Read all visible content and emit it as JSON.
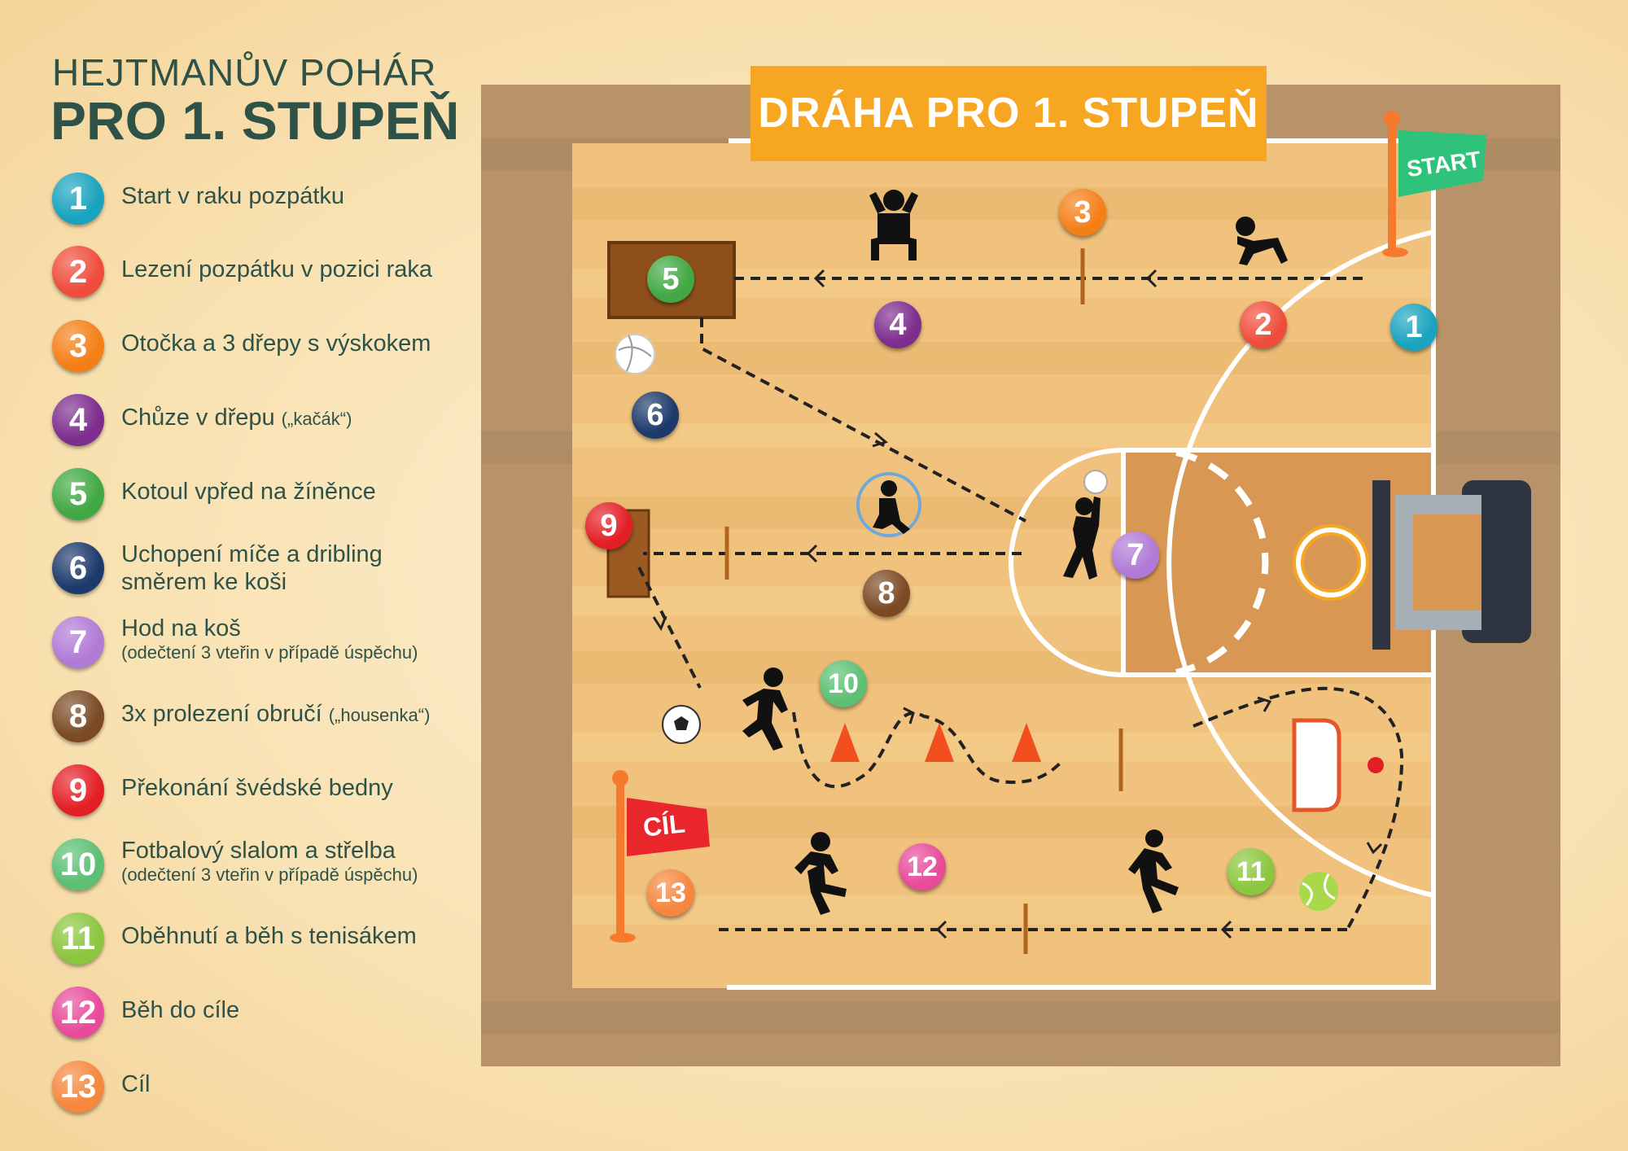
{
  "header": {
    "title_line1": "HEJTMANŮV POHÁR",
    "title_line2": "PRO 1. STUPEŇ"
  },
  "banner": "DRÁHA PRO 1. STUPEŇ",
  "flags": {
    "start": "START",
    "finish": "CÍL"
  },
  "legend": [
    {
      "num": "1",
      "color": "#1aa3bf",
      "text": "Start v raku pozpátku",
      "note": "",
      "sub": ""
    },
    {
      "num": "2",
      "color": "#ef4d3b",
      "text": "Lezení pozpátku v pozici raka",
      "note": "",
      "sub": ""
    },
    {
      "num": "3",
      "color": "#f57f17",
      "text": "Otočka a 3 dřepy s výskokem",
      "note": "",
      "sub": ""
    },
    {
      "num": "4",
      "color": "#7d2d8e",
      "text": "Chůze v dřepu ",
      "note": "(„kačák“)",
      "sub": ""
    },
    {
      "num": "5",
      "color": "#41a843",
      "text": "Kotoul vpřed na žíněnce",
      "note": "",
      "sub": ""
    },
    {
      "num": "6",
      "color": "#1d3a6b",
      "text": "Uchopení míče a dribling",
      "note": "",
      "sub": "směrem ke koši"
    },
    {
      "num": "7",
      "color": "#b07ad6",
      "text": "Hod na koš",
      "note": "",
      "sub": "(odečtení 3 vteřin v případě úspěchu)"
    },
    {
      "num": "8",
      "color": "#7b4a24",
      "text": "3x prolezení obručí ",
      "note": "(„housenka“)",
      "sub": ""
    },
    {
      "num": "9",
      "color": "#e31f26",
      "text": "Překonání švédské bedny",
      "note": "",
      "sub": ""
    },
    {
      "num": "10",
      "color": "#5cbf73",
      "text": "Fotbalový slalom a střelba",
      "note": "",
      "sub": "(odečtení 3 vteřin v případě úspěchu)"
    },
    {
      "num": "11",
      "color": "#8cc63f",
      "text": "Oběhnutí a běh s tenisákem",
      "note": "",
      "sub": ""
    },
    {
      "num": "12",
      "color": "#e84b9a",
      "text": "Běh do cíle",
      "note": "",
      "sub": ""
    },
    {
      "num": "13",
      "color": "#f5873e",
      "text": "Cíl",
      "note": "",
      "sub": ""
    }
  ],
  "markers": [
    "1",
    "2",
    "3",
    "4",
    "5",
    "6",
    "7",
    "8",
    "9",
    "10",
    "11",
    "12",
    "13"
  ]
}
